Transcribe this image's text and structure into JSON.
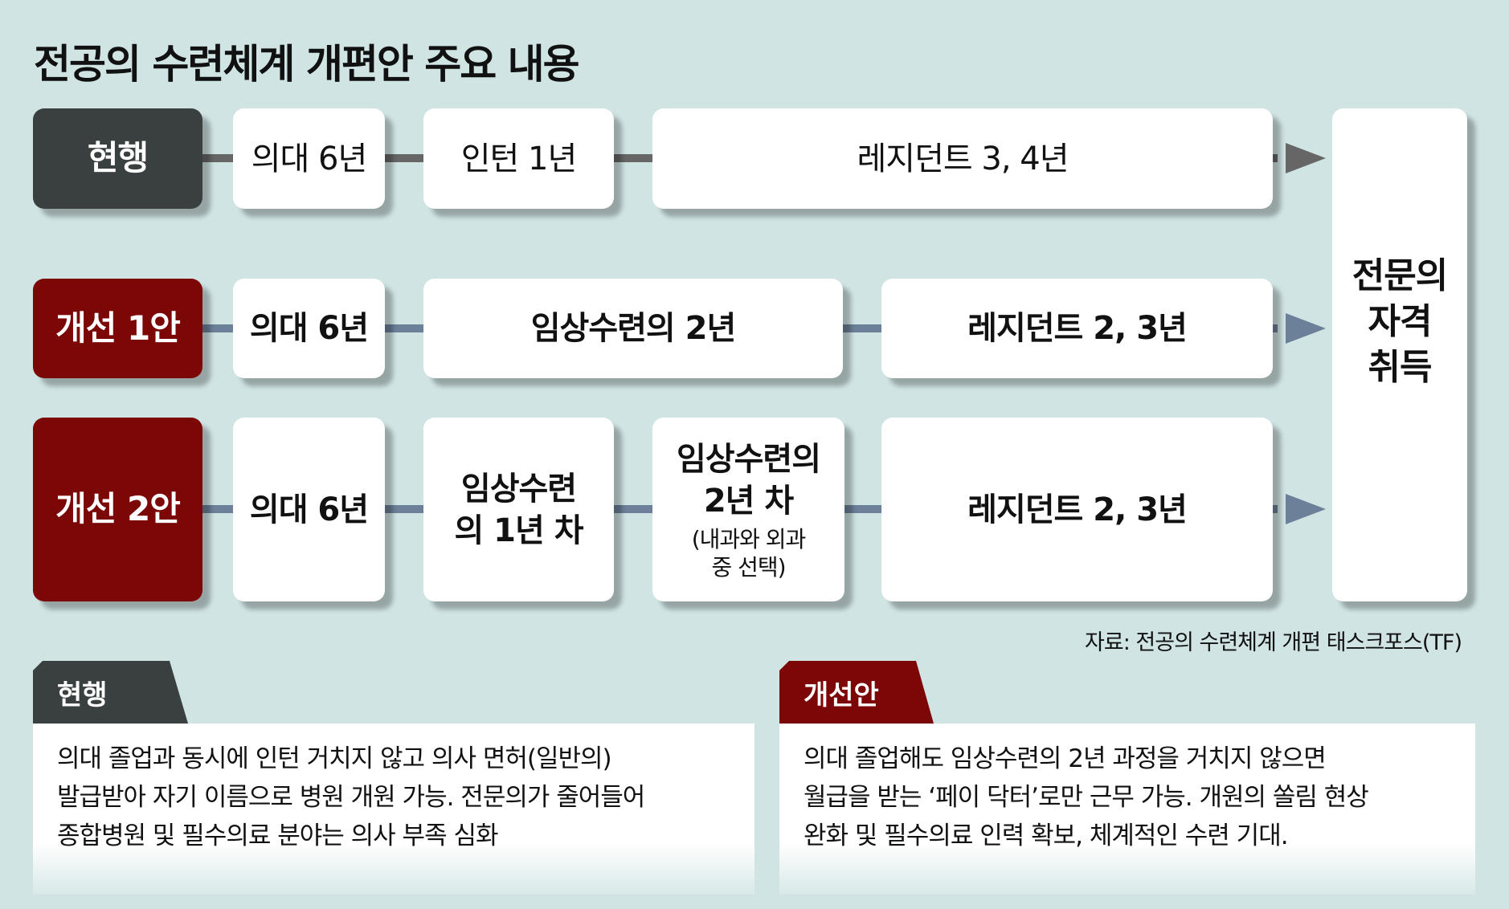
{
  "title": "전공의 수련체계 개편안 주요 내용",
  "rows": [
    {
      "label": "현행",
      "steps": [
        "의대 6년",
        "인턴 1년",
        "레지던트 3, 4년"
      ]
    },
    {
      "label": "개선 1안",
      "steps": [
        "의대 6년",
        "임상수련의 2년",
        "레지던트 2, 3년"
      ]
    },
    {
      "label": "개선 2안",
      "steps": [
        "의대 6년",
        "임상수련의 1년 차",
        "임상수련의 2년 차",
        "레지던트 2, 3년"
      ],
      "note": "(내과와 외과 중 선택)"
    }
  ],
  "final": "전문의 자격 취득",
  "source": "자료: 전공의 수련체계 개편 태스크포스(TF)",
  "panels": [
    {
      "tab": "현행",
      "lines": [
        "의대 졸업과 동시에 인턴 거치지 않고 의사 면허(일반의)",
        "발급받아 자기 이름으로 병원 개원 가능. 전문의가 줄어들어",
        "종합병원 및 필수의료 분야는 의사 부족 심화"
      ]
    },
    {
      "tab": "개선안",
      "lines": [
        "의대 졸업해도 임상수련의 2년 과정을 거치지 않으면",
        "월급을 받는 ‘페이 닥터’로만 근무 가능. 개원의 쏠림 현상",
        "완화 및 필수의료 인력 확보, 체계적인 수련 기대."
      ]
    }
  ],
  "colors": {
    "background": "#d0e4e4",
    "current": "#3a3f40",
    "proposal": "#7c0707",
    "connector_current": "#666666",
    "connector_proposal": "#6c8199"
  }
}
